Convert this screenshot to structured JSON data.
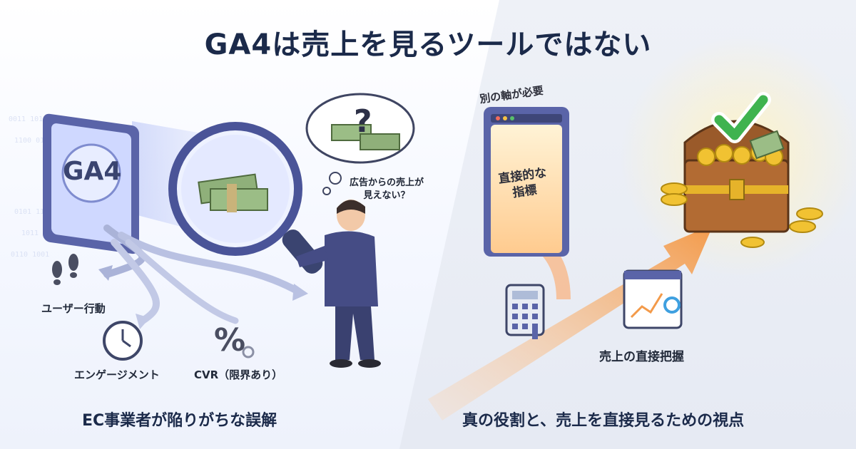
{
  "title": "GA4は売上を見るツールではない",
  "left": {
    "monitor_label": "GA4",
    "thought": "広告からの売上が\n見えない？",
    "labels": {
      "user_behavior": "ユーザー行動",
      "engagement": "エンゲージメント",
      "cvr": "CVR（限界あり）"
    },
    "caption": "EC事業者が陥りがちな誤解"
  },
  "right": {
    "axis_label": "別の軸が必要",
    "gate_text": "直接的な\n指標",
    "direct_label": "売上の直接把握",
    "caption": "真の役割と、売上を直接見るための視点"
  },
  "colors": {
    "title": "#1b2a4a",
    "accent_blue": "#6b7fd6",
    "accent_orange": "#f39a4a",
    "gold": "#e6b32a",
    "check_green": "#3fb34f"
  },
  "icons": [
    "footprints-icon",
    "clock-icon",
    "percent-icon",
    "calculator-icon",
    "dashboard-icon",
    "treasure-chest-icon",
    "checkmark-icon",
    "magnifier-icon",
    "money-icon",
    "question-icon"
  ]
}
